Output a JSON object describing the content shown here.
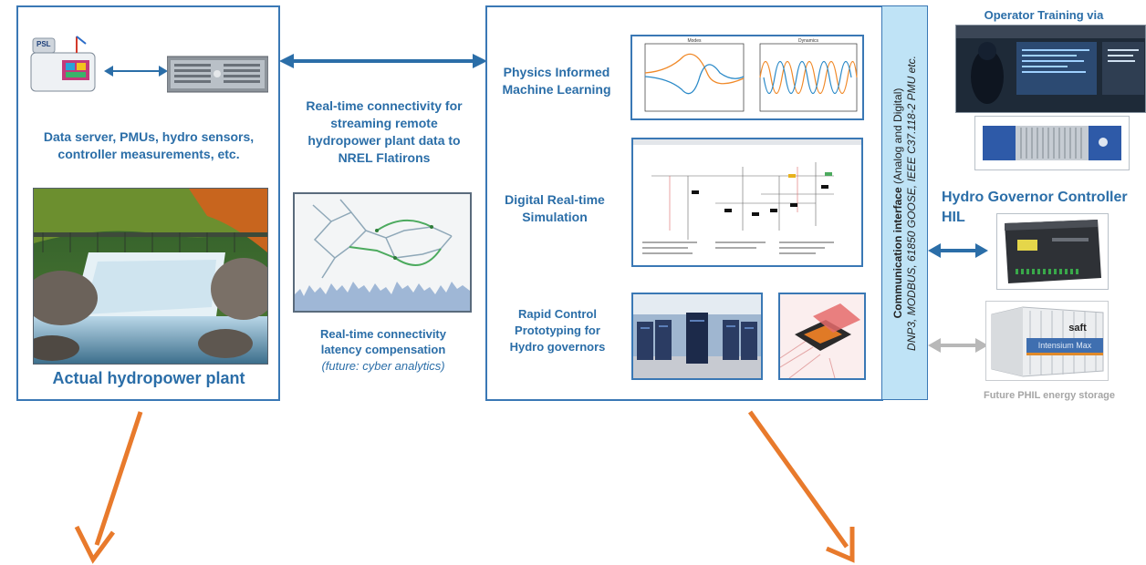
{
  "left_panel": {
    "sources_caption": "Data server, PMUs, hydro sensors, controller measurements, etc.",
    "plant_caption": "Actual hydropower plant",
    "pmu_device_label": "PSL"
  },
  "middle": {
    "connectivity_text": "Real-time connectivity for streaming remote hydropower plant data to NREL Flatirons",
    "latency_text": "Real-time connectivity latency compensation",
    "latency_future": "(future: cyber analytics)"
  },
  "center_panel": {
    "row1_label": "Physics Informed Machine Learning",
    "plot1_title": "Modes",
    "plot2_title": "Dynamics",
    "row2_label": "Digital Real-time Simulation",
    "row3_label": "Rapid Control Prototyping for Hydro governors"
  },
  "comm_interface": {
    "title": "Communication interface",
    "subtitle": " (Analog and Digital)",
    "protocols": "DNP3, MODBUS, 61850 GOOSE, IEEE C37.118-2 PMU etc."
  },
  "right_panel": {
    "operator_label": "Operator Training via",
    "governor_label": "Hydro Governor Controller HIL",
    "storage_label": "Future PHIL energy storage",
    "storage_brand": "saft",
    "storage_product": "Intensium Max"
  },
  "colors": {
    "accent_blue": "#2b6ea8",
    "border_blue": "#3a78b5",
    "comm_fill": "#bfe3f6",
    "arrow_orange": "#e87a2c",
    "arrow_gray": "#b8b8b8"
  }
}
